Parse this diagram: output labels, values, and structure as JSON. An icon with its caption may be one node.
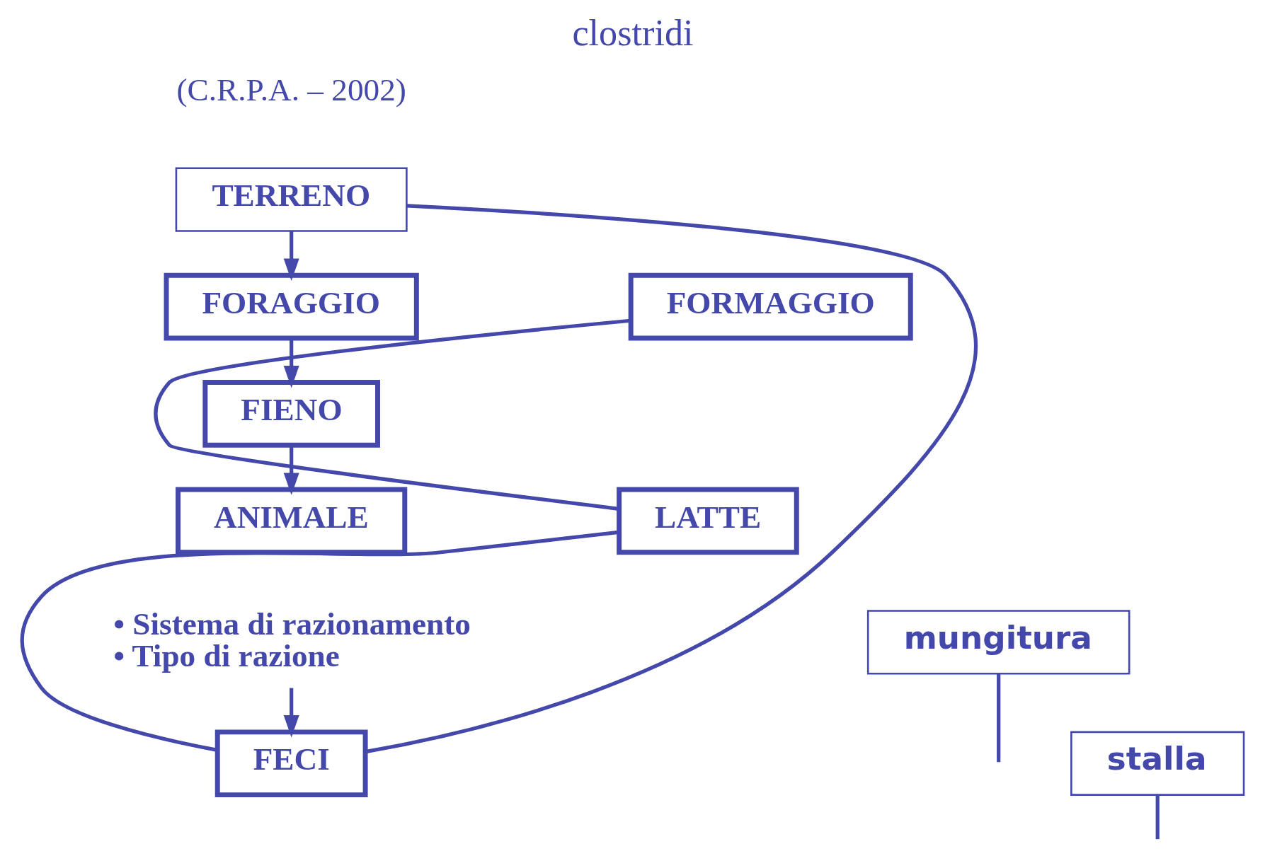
{
  "diagram": {
    "title": "clostridi",
    "nodes": [
      {
        "text": [
          "TERRENO"
        ]
      },
      {
        "text": [
          "FORAGGIO"
        ]
      },
      {
        "text": [
          "FIENO"
        ]
      },
      {
        "text": [
          "ANIMALE"
        ]
      },
      {
        "text": [
          "• Sistema di razionamento",
          "• Tipo di razione"
        ]
      },
      {
        "text": [
          "FECI"
        ]
      },
      {
        "text": [
          "FORMAGGIO"
        ]
      },
      {
        "text": [
          "LATTE"
        ]
      },
      {
        "text": [
          "mungitura"
        ]
      },
      {
        "text": [
          "stalla"
        ]
      }
    ],
    "edges": [
      {
        "from": 0,
        "to": 1,
        "arrow": "to"
      },
      {
        "from": 1,
        "to": 2,
        "arrow": "to"
      },
      {
        "from": 2,
        "to": 3,
        "arrow": "to"
      },
      {
        "from": 4,
        "to": 5,
        "arrow": "to"
      },
      {
        "from": 5,
        "to": 0,
        "arrow": "none"
      },
      {
        "from": 7,
        "to": 6,
        "arrow": "none"
      },
      {
        "from": 5,
        "to": 7,
        "arrow": "none"
      },
      {
        "from": 8,
        "to": null,
        "arrow": "none"
      },
      {
        "from": 9,
        "to": null,
        "arrow": "none"
      }
    ],
    "labels": [
      "(C.R.P.A. – 2002)"
    ]
  }
}
